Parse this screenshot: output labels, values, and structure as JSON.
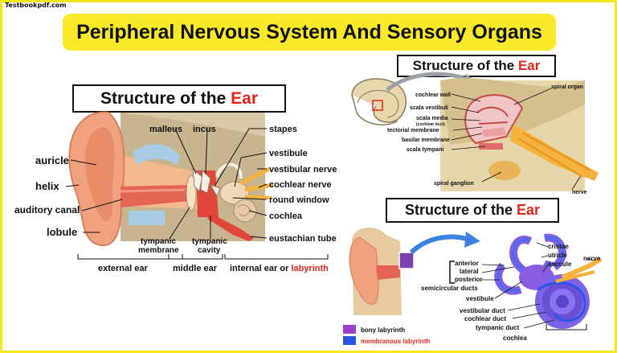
{
  "watermark": "Testbookpdf.com",
  "banner": "Peripheral Nervous System And Sensory Organs",
  "panel_main": {
    "title_prefix": "Structure of the ",
    "title_highlight": "Ear",
    "labels": {
      "auricle": "auricle",
      "helix": "helix",
      "auditory_canal": "auditory canal",
      "lobule": "lobule",
      "malleus": "malleus",
      "incus": "incus",
      "stapes": "stapes",
      "vestibule": "vestibule",
      "vestibular_nerve": "vestibular nerve",
      "cochlear_nerve": "cochlear nerve",
      "round_window": "round window",
      "cochlea": "cochlea",
      "eustachian_tube": "eustachian tube",
      "tympanic_membrane_1": "tympanic",
      "tympanic_membrane_2": "membrane",
      "tympanic_cavity_1": "tympanic",
      "tympanic_cavity_2": "cavity"
    },
    "sections": {
      "external": "external ear",
      "middle": "middle ear",
      "internal": "internal ear or ",
      "internal_highlight": "labyrinth"
    }
  },
  "panel_cochlea": {
    "title_prefix": "Structure of the ",
    "title_highlight": "Ear",
    "labels": {
      "cochlear_wall": "cochlear wall",
      "scala_vestibuli": "scala vestibuli",
      "scala_media": "scala media",
      "scala_media_sub": "(cochlear duct)",
      "tectorial_membrane": "tectorial membrane",
      "basilar_membrane": "basilar membrane",
      "scala_tympani": "scala tympani",
      "spiral_ganglion": "spiral ganglion",
      "spiral_organ": "spiral organ",
      "nerve": "nerve"
    }
  },
  "panel_labyrinth": {
    "title_prefix": "Structure of the ",
    "title_highlight": "Ear",
    "labels": {
      "cristae": "cristae",
      "utricle": "utricle",
      "saccule": "saccule",
      "nerve": "nerve",
      "anterior": "anterior",
      "lateral": "lateral",
      "posterior": "posterior",
      "semicircular_ducts": "semicircular ducts",
      "vestibule": "vestibule",
      "vestibular_duct": "vestibular duct",
      "cochlear_duct": "cochlear duct",
      "tympanic_duct": "tympanic duct",
      "cochlea": "cochlea"
    },
    "legend": {
      "bony": "bony labyrinth",
      "membranous": "membranous labyrinth"
    }
  },
  "colors": {
    "banner": "#f8ea2a",
    "highlight": "#e5261c",
    "bony": "#9b3fd1",
    "membranous": "#2a55e6"
  }
}
